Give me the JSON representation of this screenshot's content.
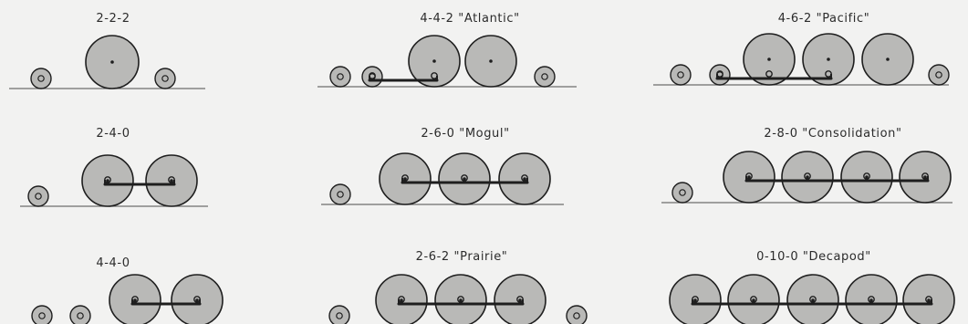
{
  "page": {
    "background": "#f2f2f1",
    "ink": "#1e1e1e",
    "wheel_fill": "#b9b9b7",
    "rail": "#6e6e6e"
  },
  "arrangements": [
    {
      "caption": "2-2-2",
      "notation": [
        2,
        2,
        2
      ],
      "coupled_rods": false
    },
    {
      "caption": "4-4-2 \"Atlantic\"",
      "notation": [
        4,
        4,
        2
      ],
      "coupled_rods": true
    },
    {
      "caption": "4-6-2 \"Pacific\"",
      "notation": [
        4,
        6,
        2
      ],
      "coupled_rods": true
    },
    {
      "caption": "2-4-0",
      "notation": [
        2,
        4,
        0
      ],
      "coupled_rods": true
    },
    {
      "caption": "2-6-0 \"Mogul\"",
      "notation": [
        2,
        6,
        0
      ],
      "coupled_rods": true
    },
    {
      "caption": "2-8-0 \"Consolidation\"",
      "notation": [
        2,
        8,
        0
      ],
      "coupled_rods": true
    },
    {
      "caption": "4-4-0",
      "notation": [
        4,
        4,
        0
      ],
      "coupled_rods": true
    },
    {
      "caption": "2-6-2 \"Prairie\"",
      "notation": [
        2,
        6,
        2
      ],
      "coupled_rods": true
    },
    {
      "caption": "0-10-0 \"Decapod\"",
      "notation": [
        0,
        10,
        0
      ],
      "coupled_rods": true
    }
  ]
}
